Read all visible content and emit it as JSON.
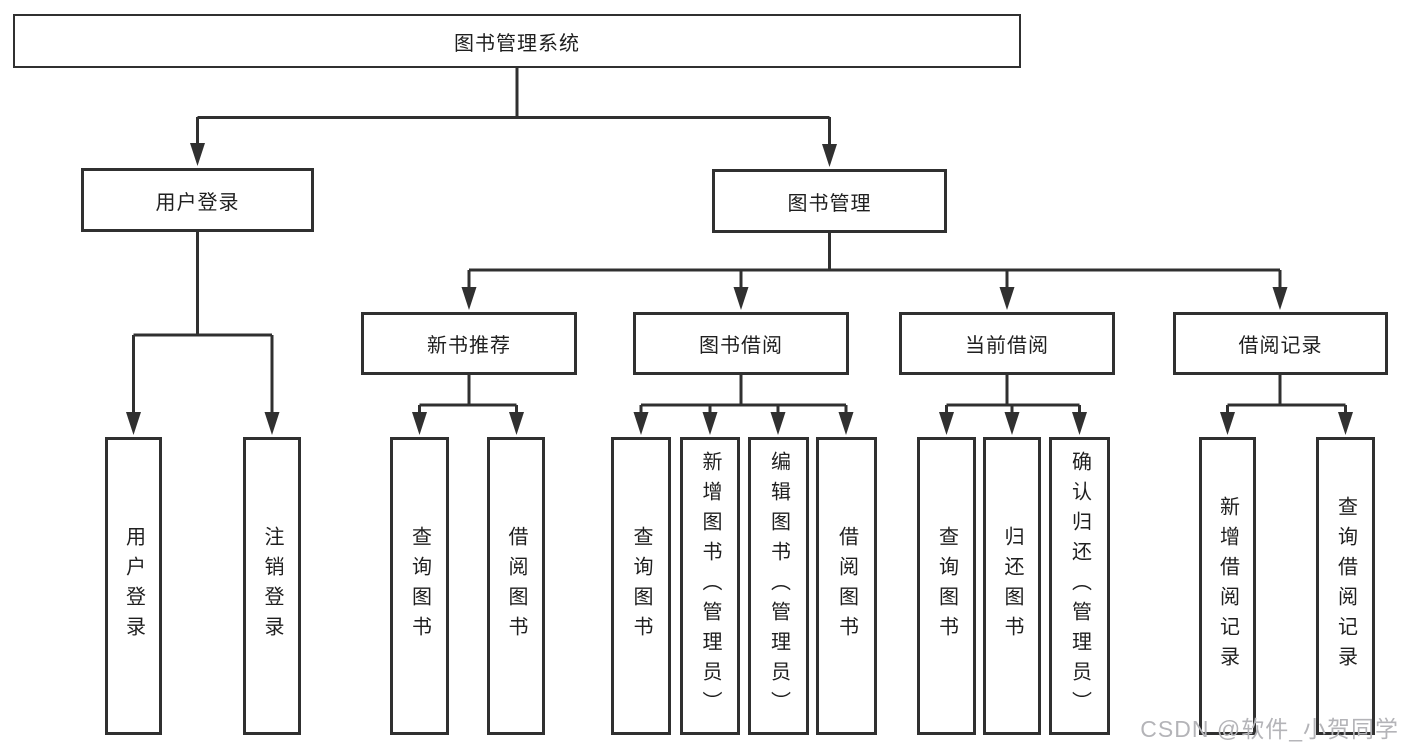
{
  "diagram": {
    "root_label": "图书管理系统",
    "user_login": {
      "label": "用户登录",
      "children": [
        {
          "label": "用户登录"
        },
        {
          "label": "注销登录"
        }
      ]
    },
    "book_mgmt": {
      "label": "图书管理",
      "children": [
        {
          "label": "新书推荐",
          "children": [
            {
              "label": "查询图书"
            },
            {
              "label": "借阅图书"
            }
          ]
        },
        {
          "label": "图书借阅",
          "children": [
            {
              "label": "查询图书"
            },
            {
              "label": "新增图书（管理员）"
            },
            {
              "label": "编辑图书（管理员）"
            },
            {
              "label": "借阅图书"
            }
          ]
        },
        {
          "label": "当前借阅",
          "children": [
            {
              "label": "查询图书"
            },
            {
              "label": "归还图书"
            },
            {
              "label": "确认归还（管理员）"
            }
          ]
        },
        {
          "label": "借阅记录",
          "children": [
            {
              "label": "新增借阅记录"
            },
            {
              "label": "查询借阅记录"
            }
          ]
        }
      ]
    }
  },
  "watermark": {
    "text": "CSDN @软件_小贺同学"
  },
  "colors": {
    "line": "#303030",
    "box_border": "#303030",
    "text": "#1f1f1f",
    "watermark": "#b4b4b8",
    "background": "#ffffff"
  }
}
